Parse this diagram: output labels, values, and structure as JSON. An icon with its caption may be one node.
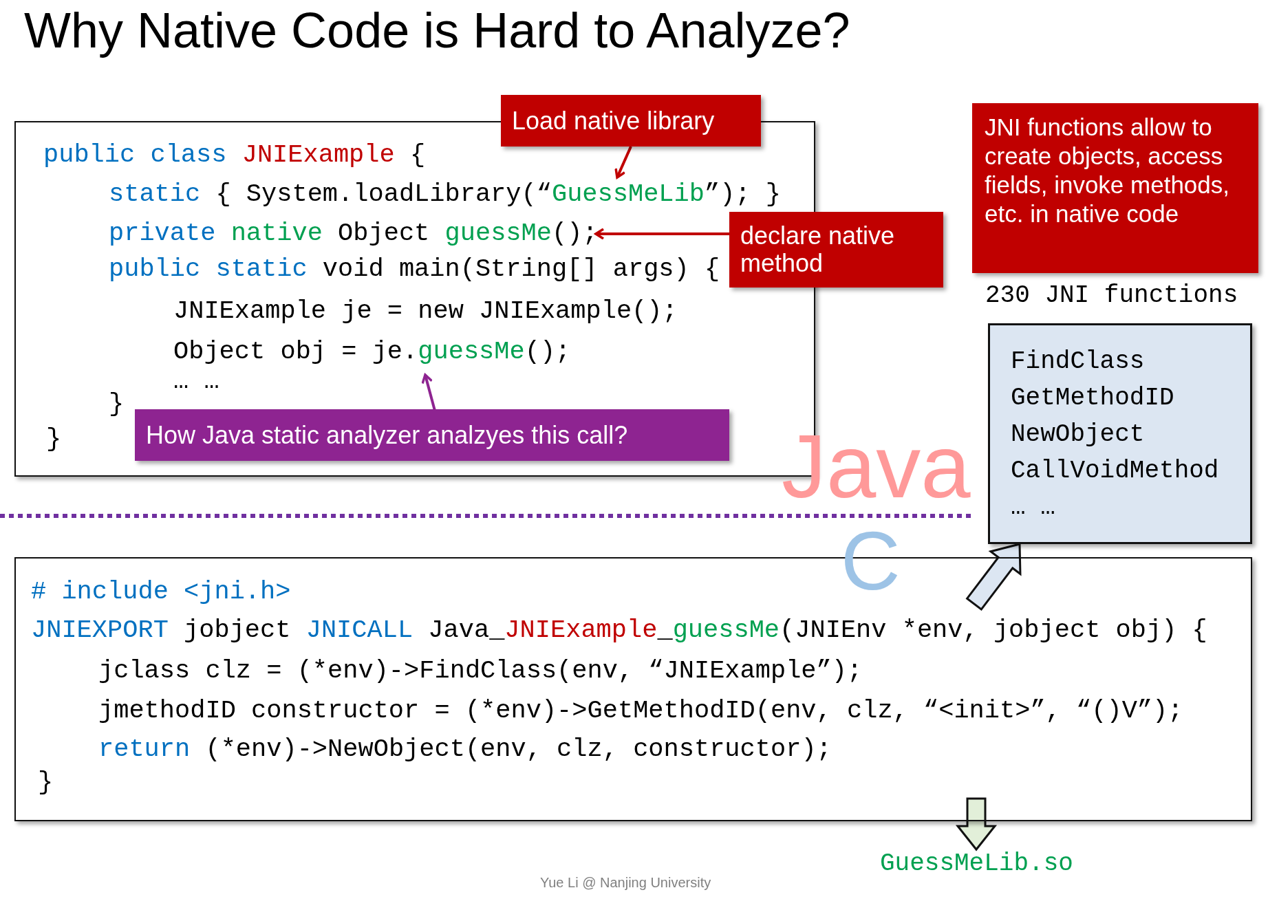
{
  "diagram": {
    "title": "Why Native Code is Hard to Analyze?",
    "nodes": [
      {
        "text": [
          "public class JNIExample {",
          "static { System.loadLibrary(“GuessMeLib”); }",
          "private native Object guessMe();",
          "public static void main(String[] args) {",
          "JNIExample je = new JNIExample();",
          "Object obj = je.guessMe();",
          "… …",
          "}",
          "}"
        ]
      },
      {
        "text": [
          "Load native library"
        ]
      },
      {
        "text": [
          "declare native method"
        ]
      },
      {
        "text": [
          "How Java static analyzer analzyes this call?"
        ],
        "in": 0
      },
      {
        "text": [
          "JNI functions allow to create objects, access fields, invoke methods, etc. in native code"
        ]
      },
      {
        "text": [
          "FindClass",
          "GetMethodID",
          "NewObject",
          "CallVoidMethod",
          "… …"
        ],
        "beside": [
          "230 JNI functions"
        ]
      },
      {
        "text": [
          "# include <jni.h>",
          "JNIEXPORT jobject JNICALL Java_JNIExample_guessMe(JNIEnv *env, jobject obj) {",
          "jclass clz = (*env)->FindClass(env, “JNIExample”);",
          "jmethodID constructor = (*env)->GetMethodID(env, clz, “<init>”, “()V”);",
          "return (*env)->NewObject(env, clz, constructor);",
          "}"
        ]
      },
      {
        "text": [
          "GuessMeLib.so"
        ]
      }
    ],
    "edges": [
      {
        "from": 1,
        "to": null,
        "arrow": "to",
        "color": "#c00000"
      },
      {
        "from": 2,
        "to": null,
        "arrow": "to",
        "color": "#c00000"
      },
      {
        "from": 3,
        "to": null,
        "arrow": "to",
        "color": "#8e2491"
      },
      {
        "from": 6,
        "to": 5,
        "arrow": "to",
        "style": "thick",
        "color": "#dce6f2"
      },
      {
        "from": 6,
        "to": 7,
        "arrow": "to",
        "style": "thick",
        "color": "#e2efd9"
      }
    ],
    "labels": [
      "Java",
      "C",
      "Yue Li @ Nanjing University"
    ]
  }
}
